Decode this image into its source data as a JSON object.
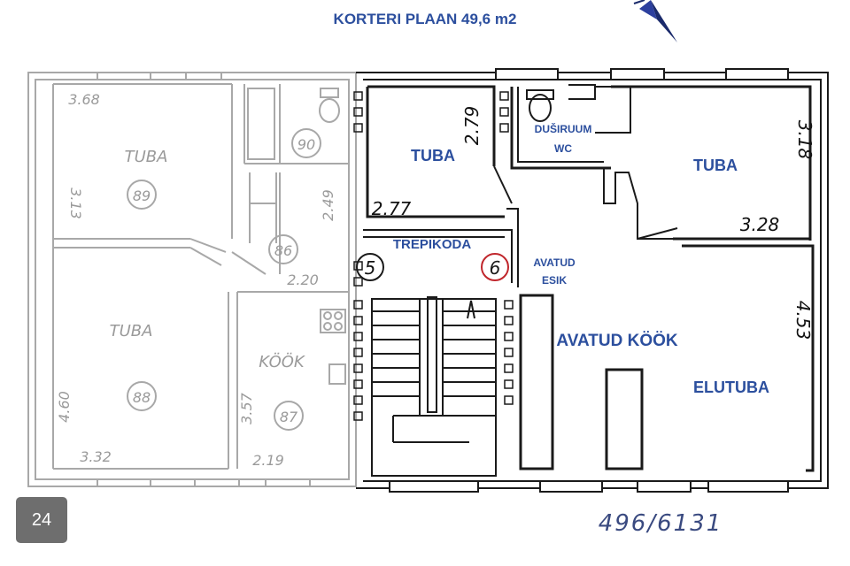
{
  "title": "KORTERI PLAAN 49,6 m2",
  "page_badge": "24",
  "handwritten_code": "496/6131",
  "apartment_rooms": {
    "room_tuba_left": "TUBA",
    "room_tuba_right": "TUBA",
    "room_dusiruum": "DUŠIRUUM",
    "room_wc": "WC",
    "room_trepikoda": "TREPIKODA",
    "room_avatud": "AVATUD",
    "room_esik": "ESIK",
    "room_kook": "AVATUD KÖÖK",
    "room_elutuba": "ELUTUBA"
  },
  "apartment_dimensions": {
    "d_279": "2.79",
    "d_277": "2.77",
    "d_318": "3.18",
    "d_328": "3.28",
    "d_453": "4.53"
  },
  "stair_numbers": {
    "s5": "5",
    "s6": "6"
  },
  "neighbour_labels": {
    "tuba_top": "TUBA",
    "tuba_bottom": "TUBA",
    "kook": "KÖÖK",
    "n89": "89",
    "n88": "88",
    "n90": "90",
    "n86": "86",
    "n87": "87",
    "d_368": "3.68",
    "d_313": "3.13",
    "d_460": "4.60",
    "d_332": "3.32",
    "d_249": "2.49",
    "d_220": "2.20",
    "d_357": "3.57",
    "d_219": "2.19"
  },
  "colors": {
    "accent_blue": "#2c4f9e",
    "wall_dark": "#1a1a1a",
    "wall_faded": "#a8a8a8",
    "stair_red": "#c0262c",
    "badge_gray": "#6e6e6e"
  },
  "icons": [
    "north-arrow-icon",
    "window-marker-icon"
  ]
}
